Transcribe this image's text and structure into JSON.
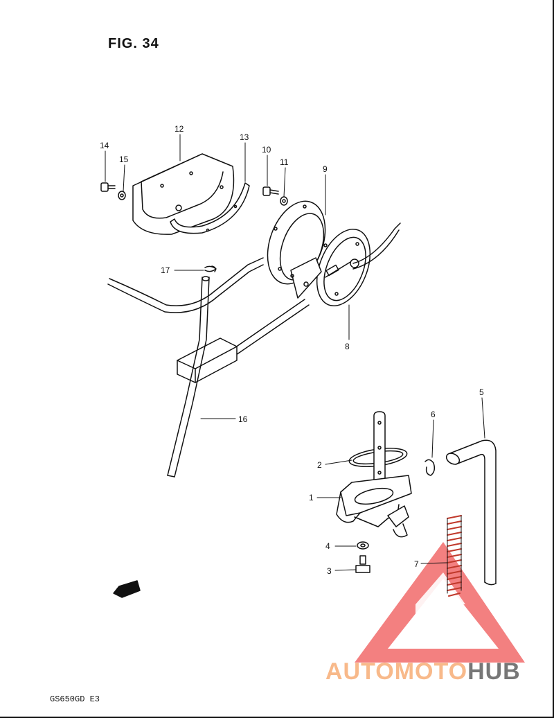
{
  "figure": {
    "title": "FIG. 34",
    "model": "GS650GD  E3",
    "fwd": "FWD"
  },
  "parts": [
    {
      "num": "1"
    },
    {
      "num": "2"
    },
    {
      "num": "3"
    },
    {
      "num": "4"
    },
    {
      "num": "5"
    },
    {
      "num": "6"
    },
    {
      "num": "7"
    },
    {
      "num": "8"
    },
    {
      "num": "9"
    },
    {
      "num": "10"
    },
    {
      "num": "11"
    },
    {
      "num": "12"
    },
    {
      "num": "13"
    },
    {
      "num": "14"
    },
    {
      "num": "15"
    },
    {
      "num": "16"
    },
    {
      "num": "17"
    }
  ],
  "watermark": {
    "part1": "AUTOMOTO",
    "part2": "HUB",
    "color1": "#f8b98a",
    "color2": "#777777",
    "triangle_color": "#f26a6a"
  }
}
